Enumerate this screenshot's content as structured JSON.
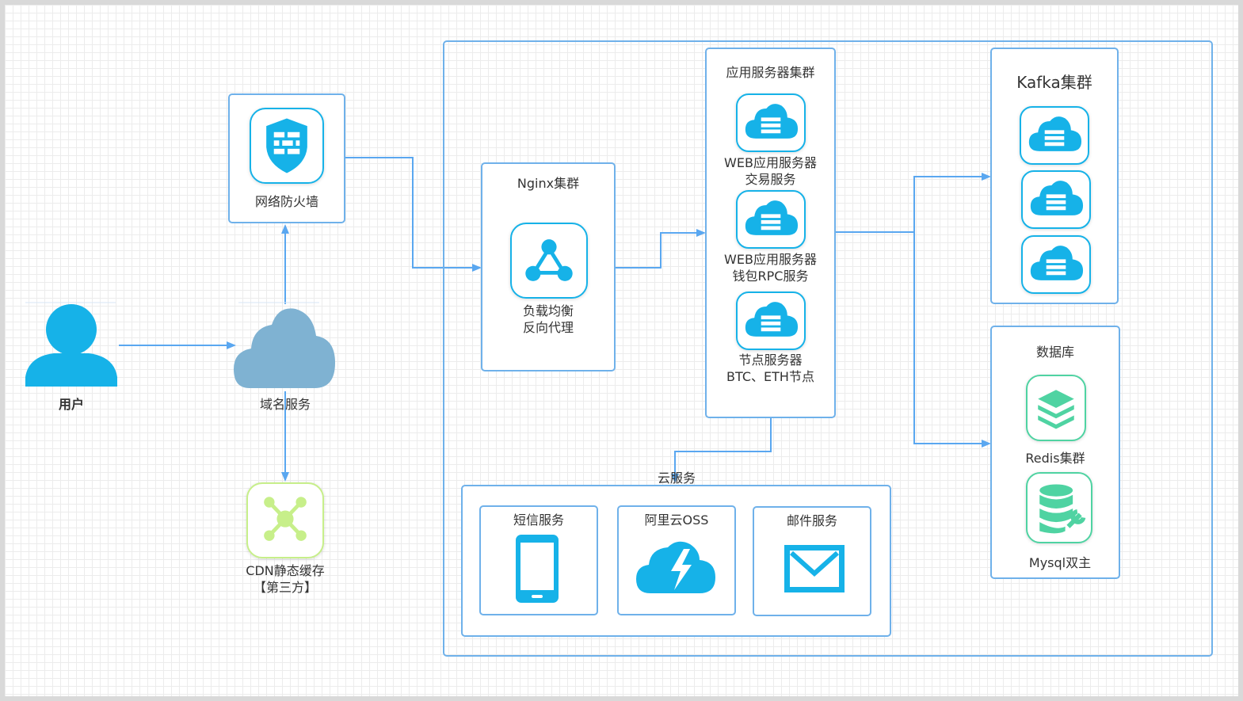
{
  "nodes": {
    "user": "用户",
    "dns": "域名服务",
    "firewall": "网络防火墙",
    "cdn_line1": "CDN静态缓存",
    "cdn_line2": "【第三方】",
    "nginx_title": "Nginx集群",
    "nginx_label_line1": "负载均衡",
    "nginx_label_line2": "反向代理",
    "app_title": "应用服务器集群",
    "web1_line1": "WEB应用服务器",
    "web1_line2": "交易服务",
    "web2_line1": "WEB应用服务器",
    "web2_line2": "钱包RPC服务",
    "node_line1": "节点服务器",
    "node_line2": "BTC、ETH节点",
    "kafka_title": "Kafka集群",
    "db_title": "数据库",
    "redis": "Redis集群",
    "mysql": "Mysql双主",
    "cloud_title": "云服务",
    "sms": "短信服务",
    "oss": "阿里云OSS",
    "mail": "邮件服务"
  },
  "colors": {
    "border": "#6fb1ea",
    "arrow": "#5aa7f0",
    "icon_primary": "#16b2e8",
    "icon_dns_cloud": "#7fb2d2",
    "icon_green": "#4fd3a2",
    "icon_lime": "#c7ef8a"
  },
  "icons": [
    "user-icon",
    "cloud-icon",
    "shield-wall-icon",
    "network-hub-icon",
    "share-nodes-icon",
    "cloud-server-icon",
    "layers-icon",
    "database-wrench-icon",
    "phone-icon",
    "cloud-lightning-icon",
    "mail-icon"
  ]
}
